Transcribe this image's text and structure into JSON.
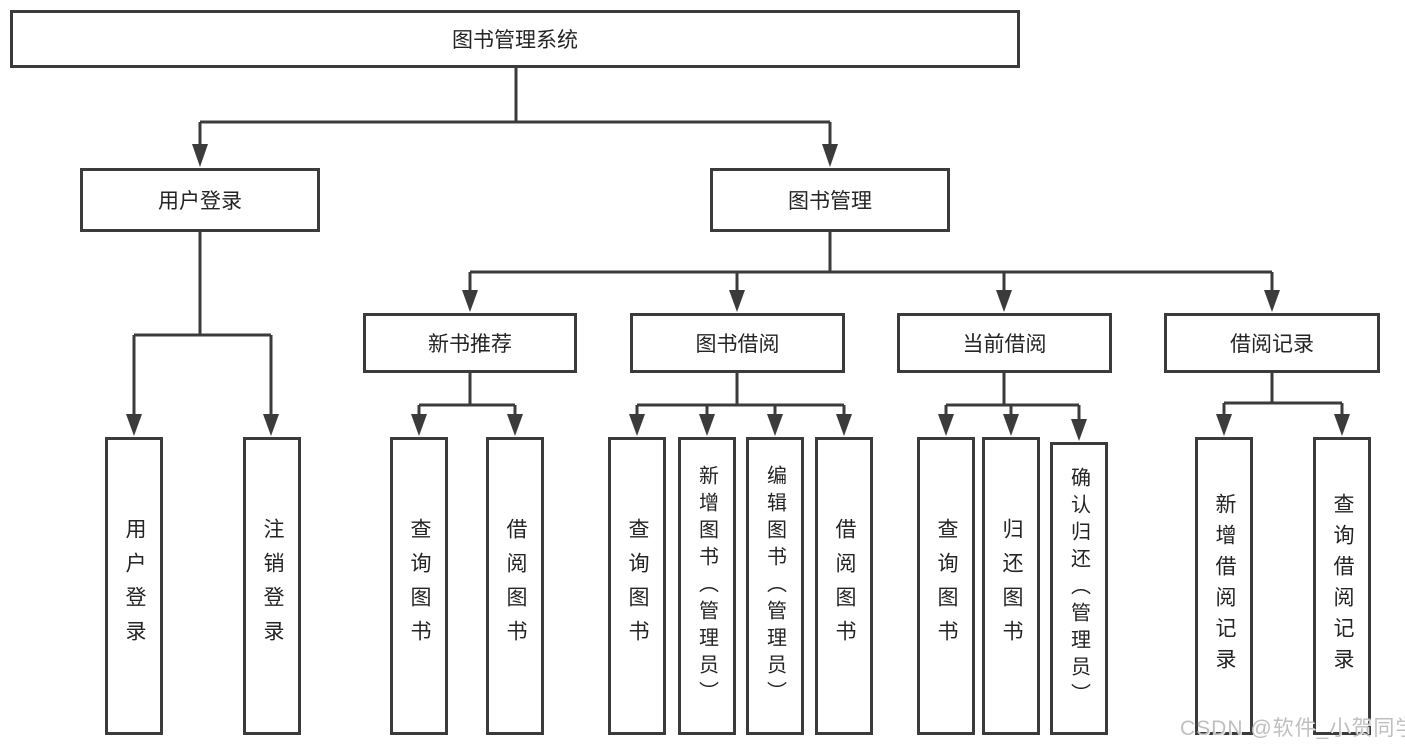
{
  "diagram": {
    "root": {
      "label": "图书管理系统"
    },
    "level2": {
      "user_login": {
        "label": "用户登录"
      },
      "book_management": {
        "label": "图书管理"
      }
    },
    "level3": {
      "new_book_recommendation": {
        "label": "新书推荐"
      },
      "book_borrowing": {
        "label": "图书借阅"
      },
      "current_borrowing": {
        "label": "当前借阅"
      },
      "borrowing_records": {
        "label": "借阅记录"
      }
    },
    "leaves": {
      "user_login": {
        "login": {
          "label": "用户登录"
        },
        "logout": {
          "label": "注销登录"
        }
      },
      "new_book_recommendation": {
        "query_books": {
          "label": "查询图书"
        },
        "borrow_books": {
          "label": "借阅图书"
        }
      },
      "book_borrowing": {
        "query_books": {
          "label": "查询图书"
        },
        "add_books_admin": {
          "label": "新增图书（管理员）"
        },
        "edit_books_admin": {
          "label": "编辑图书（管理员）"
        },
        "borrow_books": {
          "label": "借阅图书"
        }
      },
      "current_borrowing": {
        "query_books": {
          "label": "查询图书"
        },
        "return_books": {
          "label": "归还图书"
        },
        "confirm_return_admin": {
          "label": "确认归还（管理员）"
        }
      },
      "borrowing_records": {
        "add_record": {
          "label": "新增借阅记录"
        },
        "query_record": {
          "label": "查询借阅记录"
        }
      }
    }
  },
  "watermark": {
    "text": "CSDN @软件_小贺同学"
  },
  "colors": {
    "line": "#3b3b3b",
    "box_border": "#3b3b3b",
    "box_background": "#ffffff",
    "text": "#242424",
    "watermark": "#bfbfbf"
  }
}
